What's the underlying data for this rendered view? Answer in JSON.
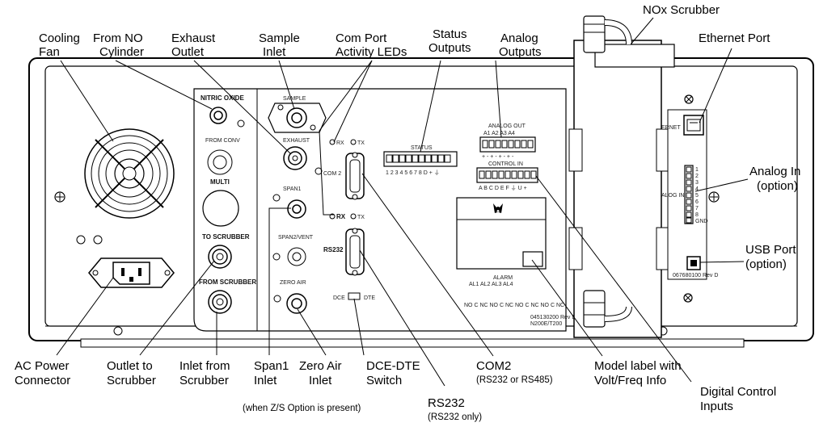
{
  "callouts": {
    "cooling_fan": [
      "Cooling",
      "Fan"
    ],
    "from_no_cylinder": [
      "From NO",
      "Cylinder"
    ],
    "exhaust_outlet": [
      "Exhaust",
      "Outlet"
    ],
    "sample_inlet": [
      "Sample",
      "Inlet"
    ],
    "com_port_leds": [
      "Com Port",
      "Activity LEDs"
    ],
    "status_outputs": [
      "Status",
      "Outputs"
    ],
    "analog_outputs": [
      "Analog",
      "Outputs"
    ],
    "nox_scrubber": "NOx Scrubber",
    "ethernet_port": "Ethernet Port",
    "analog_in": [
      "Analog In",
      "(option)"
    ],
    "usb_port": [
      "USB Port",
      "(option)"
    ],
    "ac_power": [
      "AC Power",
      "Connector"
    ],
    "outlet_scrubber": [
      "Outlet to",
      "Scrubber"
    ],
    "inlet_scrubber": [
      "Inlet from",
      "Scrubber"
    ],
    "span1_inlet": [
      "Span1",
      "Inlet"
    ],
    "zero_air_inlet": [
      "Zero Air",
      "Inlet"
    ],
    "zs_note": "(when Z/S Option is present)",
    "dce_dte_switch": [
      "DCE-DTE",
      "Switch"
    ],
    "rs232": "RS232",
    "rs232_note": "(RS232 only)",
    "com2": "COM2",
    "com2_note": "(RS232 or RS485)",
    "model_label": [
      "Model label with",
      "Volt/Freq Info"
    ],
    "digital_control": [
      "Digital Control",
      "Inputs"
    ]
  },
  "panel_labels": {
    "nitric_oxide": "NITRIC OXIDE",
    "sample": "SAMPLE",
    "from_conv": "FROM CONV",
    "exhaust": "EXHAUST",
    "multi": "MULTI",
    "span1": "SPAN1",
    "to_scrubber": "TO SCRUBBER",
    "span2_vent": "SPAN2/VENT",
    "from_scrubber": "FROM SCRUBBER",
    "zero_air": "ZERO AIR",
    "rx": "RX",
    "tx": "TX",
    "com2": "COM 2",
    "rs232": "RS232",
    "status": "STATUS",
    "status_pins": "1 2 3 4 5 6 7 8 D  + ⏚",
    "analog_out": "ANALOG OUT",
    "analog_out_ch": "A1   A2   A3   A4",
    "analog_out_pins": "+  -  +  -  +  -  +  -",
    "control_in": "CONTROL IN",
    "control_pins": "A  B  C  D  E  F  ⏚  U  +",
    "alarm": "ALARM",
    "alarm_ch": "AL1     AL2     AL3     AL4",
    "alarm_pins": "NO C NC NO C NC NO C NC NO C NC",
    "dce": "DCE",
    "dte": "DTE",
    "ethernet": "ERNET",
    "analog_in": "ALOG IN",
    "analog_in_pins": [
      "1",
      "2",
      "3",
      "4",
      "5",
      "6",
      "7",
      "8",
      "GND"
    ],
    "part_no": "045130200 Rev D",
    "model": "N200E/T200",
    "usb_part": "067680100 Rev D"
  },
  "colors": {
    "line": "#000000",
    "panel": "#ffffff",
    "metal": "#555555"
  }
}
